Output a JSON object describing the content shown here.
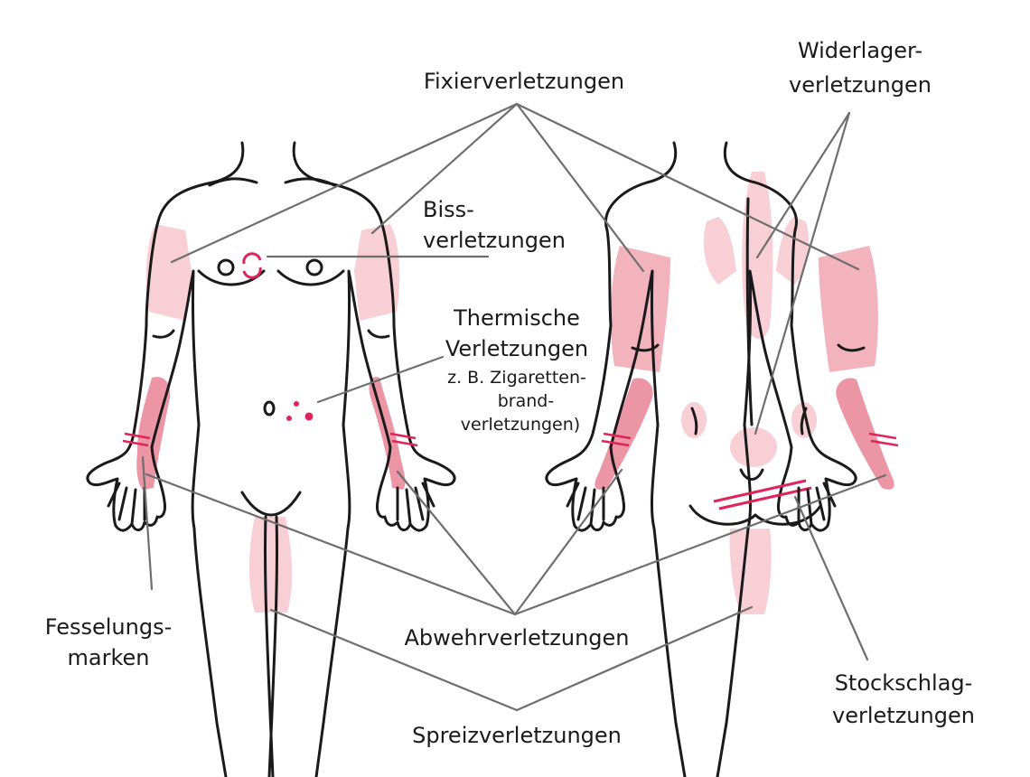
{
  "labels": {
    "fixier": "Fixierverletzungen",
    "widerlager_1": "Widerlager-",
    "widerlager_2": "verletzungen",
    "biss_1": "Biss-",
    "biss_2": "verletzungen",
    "thermisch_1": "Thermische",
    "thermisch_2": "Verletzungen",
    "thermisch_3": "z. B. Zigaretten-",
    "thermisch_4": "brand-",
    "thermisch_5": "verletzungen)",
    "fesselung_1": "Fesselungs-",
    "fesselung_2": "marken",
    "abwehr": "Abwehrverletzungen",
    "stockschlag_1": "Stockschlag-",
    "stockschlag_2": "verletzungen",
    "spreiz": "Spreizverletzungen"
  },
  "colors": {
    "injury_light": "#f7cfd4",
    "injury_mid": "#f2b3bc",
    "injury_dark": "#ec95a4",
    "accent": "#e0245a",
    "outline": "#1a1a1a",
    "leader": "#6e6e6e"
  }
}
